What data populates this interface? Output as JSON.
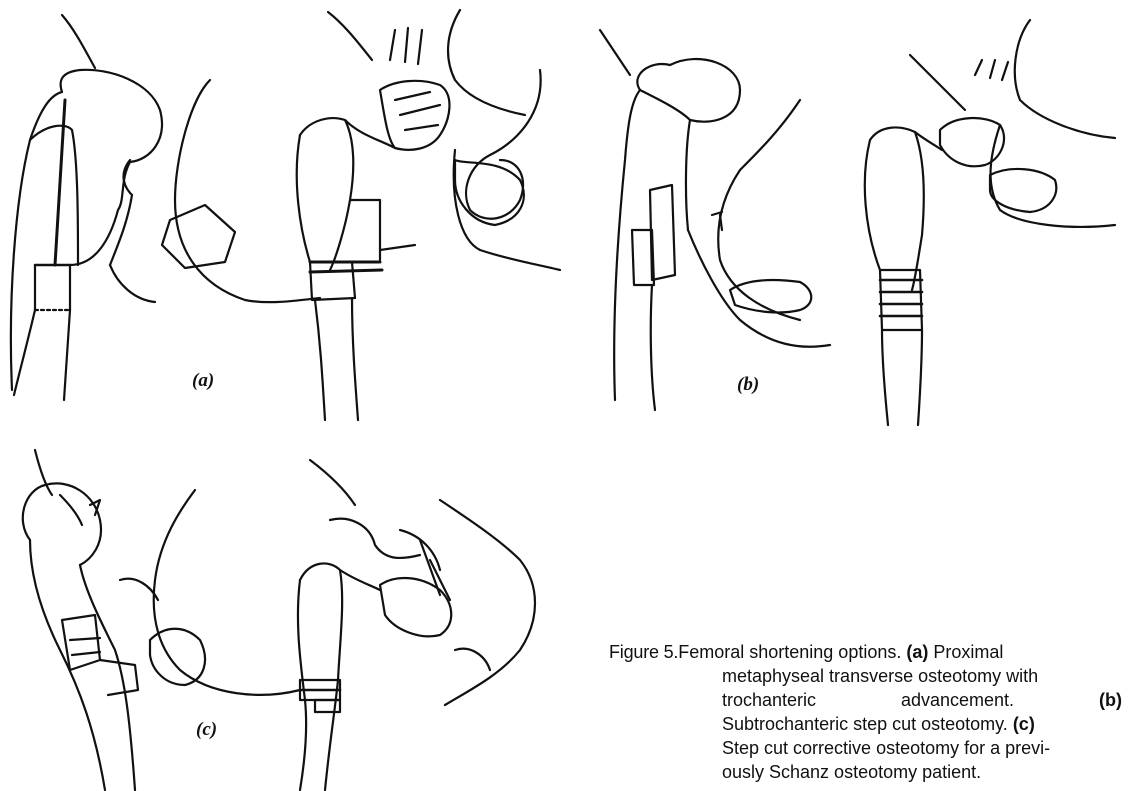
{
  "panels": {
    "a": "(a)",
    "b": "(b)",
    "c": "(c)"
  },
  "caption": {
    "figure_label": "Figure 5.",
    "line1_text": "Femoral shortening options. ",
    "part_a": "(a)",
    "line1_rest": " Proximal",
    "line2": "metaphyseal transverse osteotomy with",
    "line3_w1": "trochanteric",
    "line3_w2": "advancement.",
    "part_b": "(b)",
    "line4_text": "Subtrochanteric step cut osteotomy. ",
    "part_c": "(c)",
    "line5": "Step cut corrective osteotomy for a previ-",
    "line6": "ously Schanz osteotomy patient."
  },
  "colors": {
    "ink": "#111111",
    "background": "#ffffff"
  }
}
